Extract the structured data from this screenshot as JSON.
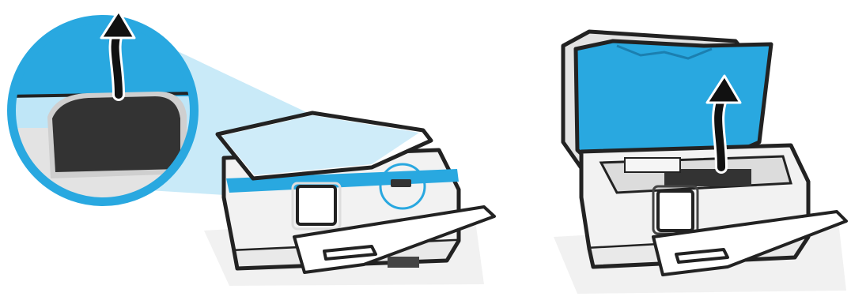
{
  "figure": {
    "panels": [
      {
        "id": "left",
        "elements": [
          "printer-body",
          "scanner-lid",
          "control-panel-screen",
          "output-tray",
          "lid-handle-callout-circle",
          "magnified-inset",
          "lift-up-arrow"
        ]
      },
      {
        "id": "right",
        "elements": [
          "printer-body",
          "scanner-lid-open",
          "cartridge-access-door-open",
          "control-panel-screen",
          "output-tray",
          "lift-up-arrow"
        ]
      }
    ],
    "colors": {
      "accent_blue": "#29a8e0",
      "highlight_blue": "#bfe6f7",
      "outline": "#222222",
      "handle_dark": "#333333",
      "body_gray": "#f2f2f2",
      "shadow_gray": "#e9e9e9"
    },
    "icons": [
      "curved-up-arrow-icon",
      "magnifier-inset"
    ]
  }
}
